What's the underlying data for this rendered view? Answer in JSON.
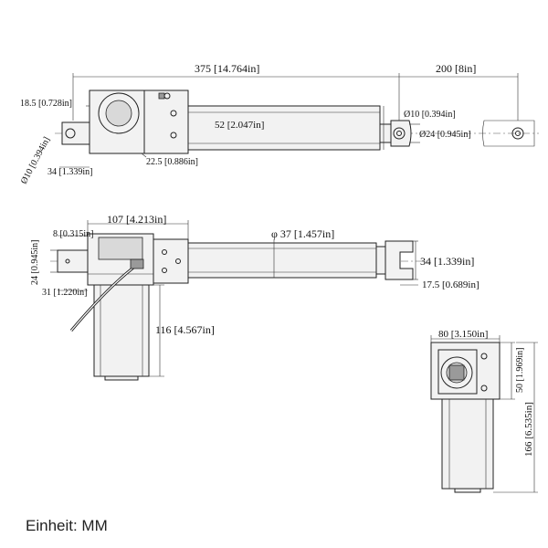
{
  "unit_note": "Einheit: MM",
  "top_view": {
    "overall_length": "375 [14.764in]",
    "stroke": "200 [8in]",
    "offset_left": "18.5 [0.728in]",
    "tube_height": "52 [2.047in]",
    "hole_right": "Ø10 [0.394in]",
    "rod_diameter": "Ø24 [0.945in]",
    "hole_left": "Ø10 [0.394in]",
    "clevis_len": "34 [1.339in]",
    "gear_offset": "22.5 [0.886in]"
  },
  "side_view": {
    "gearbox_len": "107 [4.213in]",
    "slot_width": "8 [0.315in]",
    "tube_diameter": "φ 37 [1.457in]",
    "clevis_h": "24 [0.945in]",
    "end_height": "34 [1.339in]",
    "end_offset": "17.5 [0.689in]",
    "base_len": "31 [1.220in]",
    "motor_len": "116 [4.567in]"
  },
  "end_view": {
    "width": "80 [3.150in]",
    "box_height": "50 [1.969in]",
    "total_height": "166 [6.535in]"
  }
}
